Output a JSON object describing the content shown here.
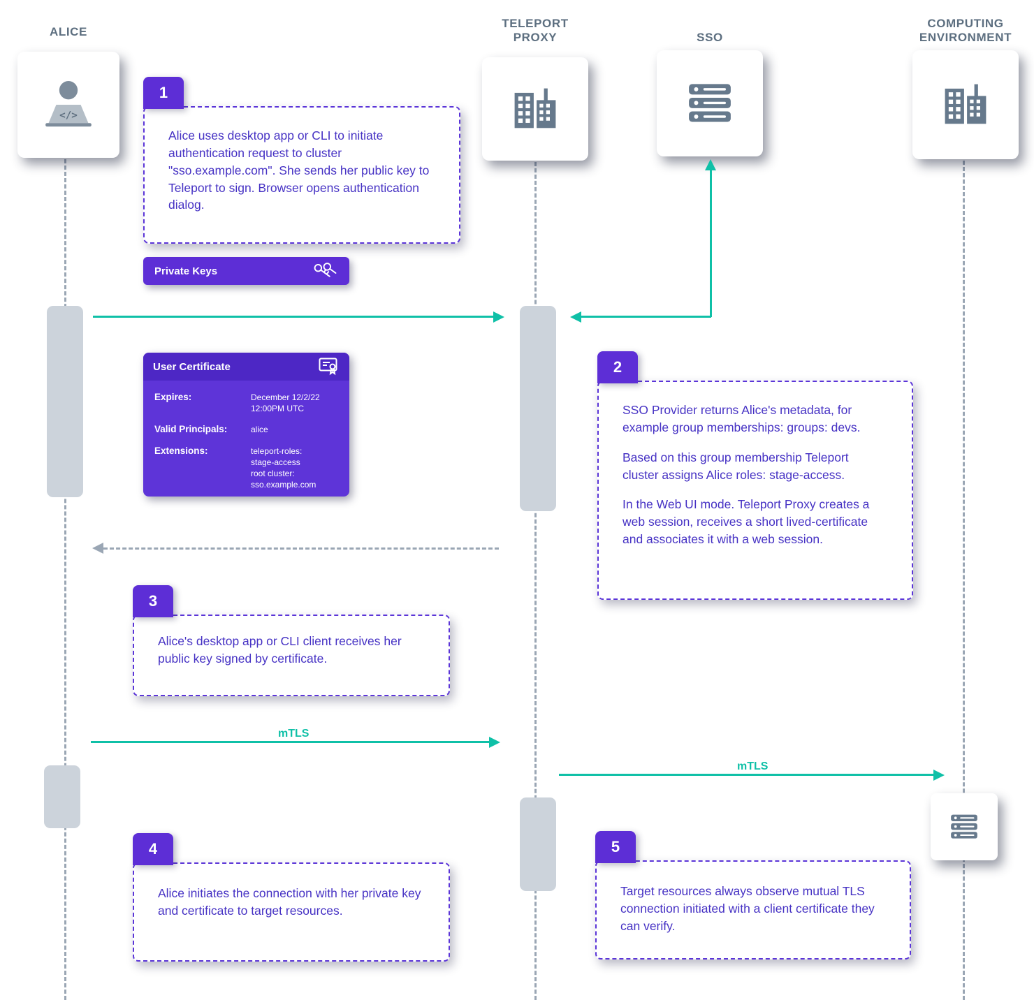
{
  "actors": [
    {
      "name": "ALICE"
    },
    {
      "name": "TELEPORT\nPROXY"
    },
    {
      "name": "SSO"
    },
    {
      "name": "COMPUTING\nENVIRONMENT"
    }
  ],
  "callouts": [
    {
      "number": "1",
      "text": "Alice uses desktop app or CLI to initiate authentication request to cluster \"sso.example.com\". She sends her public key to Teleport  to sign. Browser opens authentication dialog."
    },
    {
      "number": "2",
      "paragraphs": [
        "SSO Provider returns Alice's metadata, for example group memberships: groups: devs.",
        "Based on this group membership Teleport cluster assigns Alice roles: stage-access.",
        "In the Web UI mode. Teleport Proxy creates a web session, receives a short lived-certificate and associates it with a web session."
      ]
    },
    {
      "number": "3",
      "text": "Alice's desktop app or CLI client receives her public key signed by certificate."
    },
    {
      "number": "4",
      "text": "Alice initiates the connection with her private key and certificate to target resources."
    },
    {
      "number": "5",
      "text": "Target resources always observe mutual TLS connection initiated with a client certificate they can verify."
    }
  ],
  "private_keys": {
    "label": "Private Keys"
  },
  "certificate": {
    "title": "User Certificate",
    "rows": [
      {
        "label": "Expires:",
        "value": "December 12/2/22\n12:00PM UTC"
      },
      {
        "label": "Valid Principals:",
        "value": "alice"
      },
      {
        "label": "Extensions:",
        "value": "teleport-roles:\nstage-access\nroot cluster:\nsso.example.com"
      }
    ]
  },
  "labels": {
    "mtls1": "mTLS",
    "mtls2": "mTLS"
  },
  "colors": {
    "purple": "#5d2ed6",
    "teal": "#0fc0a7",
    "gray_line": "#9aa6b4",
    "text_purple": "#4632c4",
    "icon_gray": "#66798c"
  }
}
